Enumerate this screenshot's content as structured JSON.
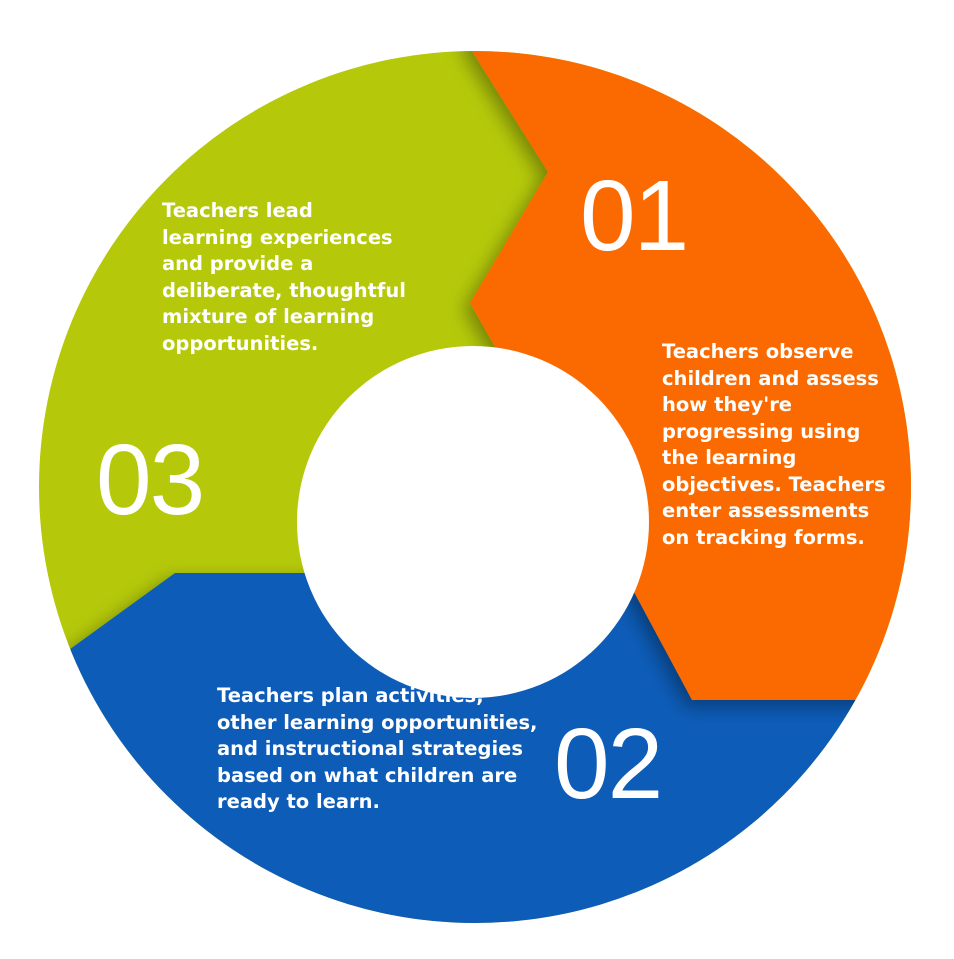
{
  "colors": {
    "green": "#b5c90a",
    "orange": "#fb6a04",
    "blue": "#0b5bb7",
    "hole": "#ffffff"
  },
  "steps": [
    {
      "number": "01",
      "color": "orange",
      "text": "Teachers observe\nchildren and assess\nhow they're\nprogressing using\nthe learning\nobjectives. Teachers\nenter assessments\non tracking forms."
    },
    {
      "number": "02",
      "color": "blue",
      "text": "Teachers plan activities,\nother learning opportunities,\nand instructional strategies\nbased on what children are\nready to learn."
    },
    {
      "number": "03",
      "color": "green",
      "text": "Teachers lead\nlearning experiences\nand provide a\ndeliberate, thoughtful\nmixture of learning\nopportunities."
    }
  ]
}
